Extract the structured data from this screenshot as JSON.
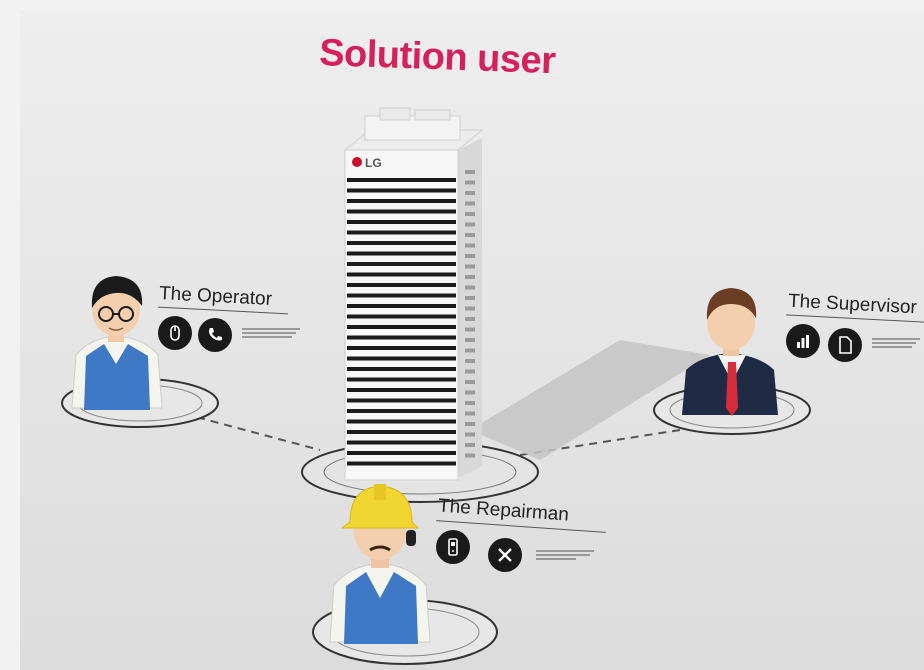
{
  "title": "Solution user",
  "building": {
    "logo": "LG"
  },
  "users": [
    {
      "name": "The Operator",
      "icons": [
        "mouse-icon",
        "phone-icon"
      ]
    },
    {
      "name": "The Supervisor",
      "icons": [
        "chart-icon",
        "document-icon"
      ]
    },
    {
      "name": "The Repairman",
      "icons": [
        "mobile-phone-icon",
        "tools-icon"
      ]
    }
  ],
  "colors": {
    "title": "#d6205a",
    "vest": "#3f78c4",
    "helmet": "#f1d531",
    "suit": "#1f2a44",
    "tie": "#d62b3a"
  }
}
